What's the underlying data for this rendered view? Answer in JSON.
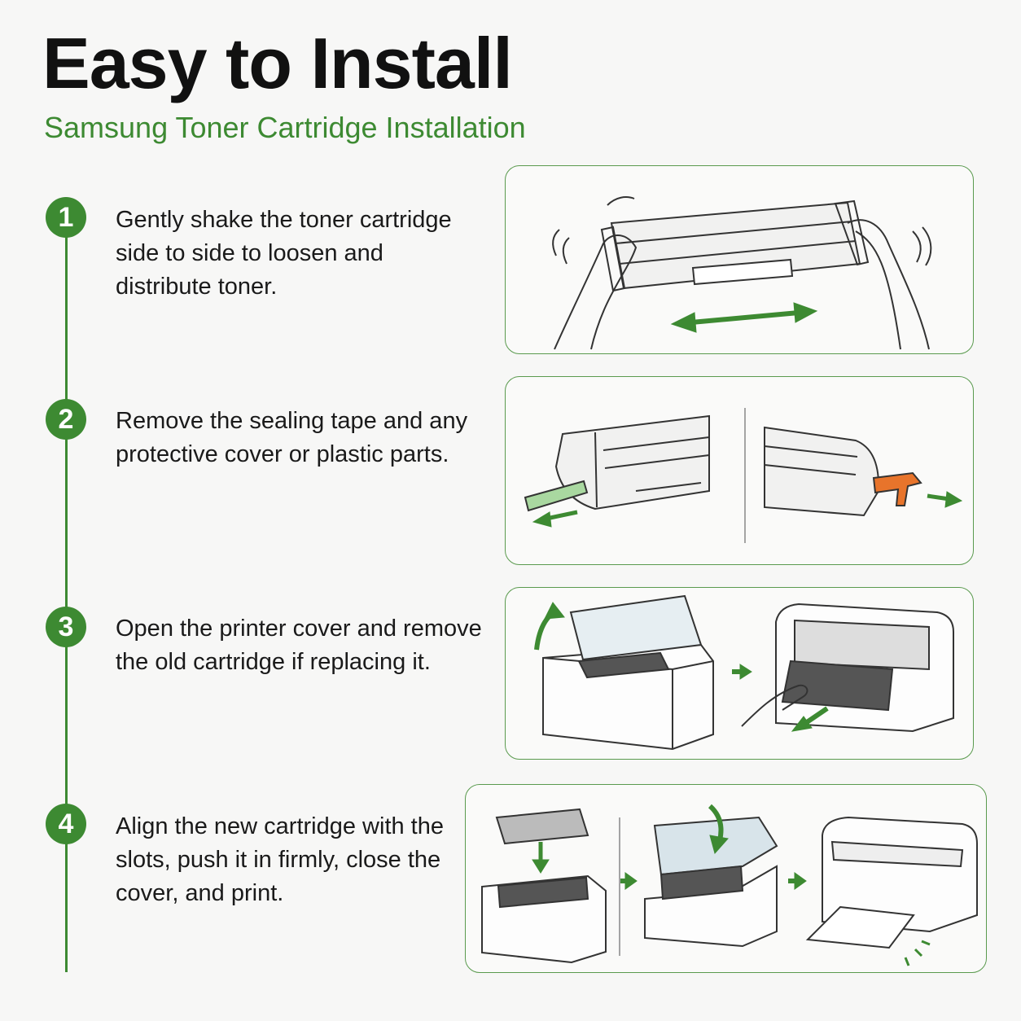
{
  "header": {
    "title": "Easy to Install",
    "subtitle": "Samsung Toner Cartridge Installation"
  },
  "steps": [
    {
      "number": "1",
      "text": "Gently shake the toner cartridge side to side to loosen and distribute toner."
    },
    {
      "number": "2",
      "text": "Remove the sealing tape and any protective cover or plastic parts."
    },
    {
      "number": "3",
      "text": "Open the printer cover and remove the old cartridge if replacing it."
    },
    {
      "number": "4",
      "text": "Align the new cartridge with the slots, push it in firmly, close the cover, and print."
    }
  ],
  "colors": {
    "accent": "#3d8a32",
    "tape": "#a9d8a0",
    "cover": "#e8742b"
  }
}
